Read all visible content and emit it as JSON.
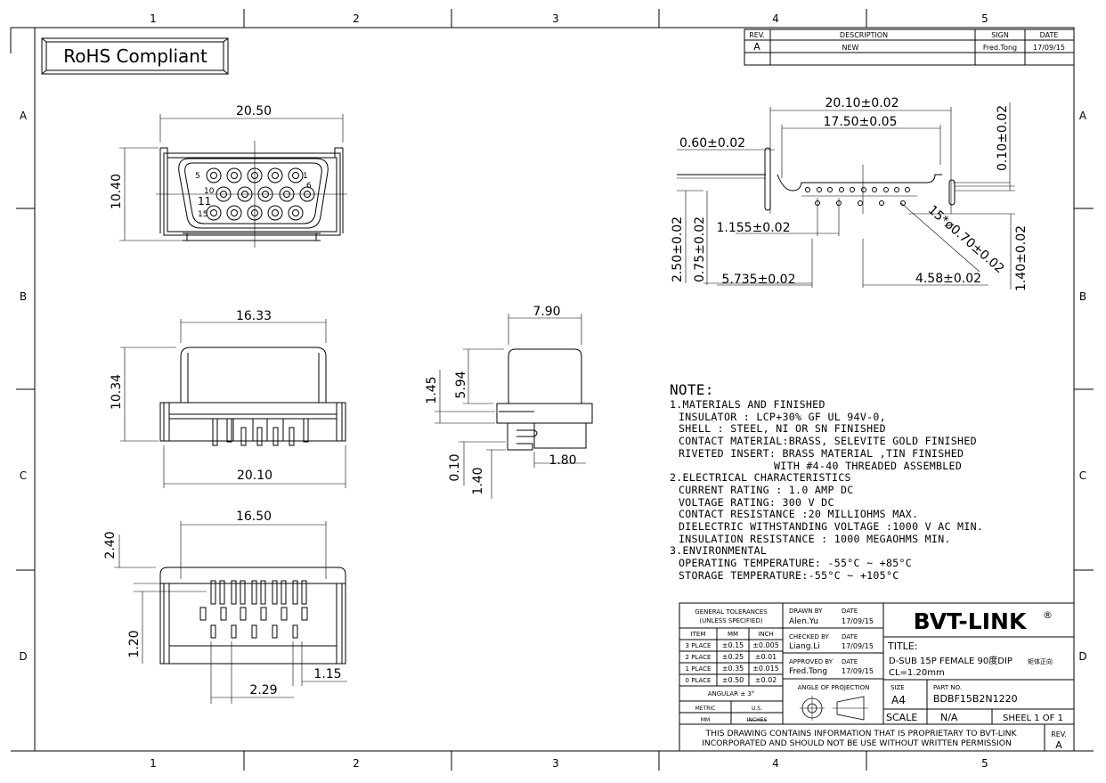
{
  "badge": "RoHS Compliant",
  "border": {
    "cols": [
      "1",
      "2",
      "3",
      "4",
      "5"
    ],
    "rows": [
      "A",
      "B",
      "C",
      "D"
    ]
  },
  "revision": {
    "headers": [
      "REV.",
      "DESCRIPTION",
      "SIGN",
      "DATE"
    ],
    "row": [
      "A",
      "NEW",
      "Fred.Tong",
      "17/09/15"
    ]
  },
  "dims": {
    "front_width": "20.50",
    "front_height": "10.40",
    "pin_label_5": "5",
    "pin_label_1": "1",
    "pin_label_10": "10",
    "pin_label_6": "6",
    "pin_label_15": "15",
    "pin_label_11": "11",
    "side_width": "16.33",
    "side_height": "10.34",
    "side_base": "20.10",
    "profile_width": "7.90",
    "profile_h1": "5.94",
    "profile_h2": "1.45",
    "profile_h3": "0.10",
    "profile_h4": "1.40",
    "profile_h5": "1.80",
    "bottom_width": "16.50",
    "bottom_h1": "2.40",
    "bottom_h2": "1.20",
    "bottom_pitch": "1.15",
    "bottom_offset": "2.29",
    "pcb_d1": "20.10±0.02",
    "pcb_d2": "17.50±0.05",
    "pcb_d3": "0.60±0.02",
    "pcb_d4": "0.10±0.02",
    "pcb_d5": "1.155±0.02",
    "pcb_d6": "2.50±0.02",
    "pcb_d7": "0.75±0.02",
    "pcb_d8": "5.735±0.02",
    "pcb_d9": "4.58±0.02",
    "pcb_d10": "1.40±0.02",
    "pcb_holes": "15*ø0.70±0.02"
  },
  "notes": {
    "title": "NOTE:",
    "lines": [
      {
        "text": "1.MATERIALS AND FINISHED",
        "indent": 0
      },
      {
        "text": "INSULATOR : LCP+30% GF UL 94V-0,",
        "indent": 1
      },
      {
        "text": "SHELL : STEEL, NI OR SN FINISHED",
        "indent": 1
      },
      {
        "text": "CONTACT MATERIAL:BRASS, SELEVITE GOLD FINISHED",
        "indent": 1
      },
      {
        "text": "RIVETED INSERT: BRASS MATERIAL ,TIN FINISHED",
        "indent": 1
      },
      {
        "text": "WITH #4-40 THREADED ASSEMBLED",
        "indent": 2
      },
      {
        "text": "2.ELECTRICAL CHARACTERISTICS",
        "indent": 0
      },
      {
        "text": "CURRENT RATING : 1.0 AMP DC",
        "indent": 1
      },
      {
        "text": "VOLTAGE RATING: 300 V DC",
        "indent": 1
      },
      {
        "text": "CONTACT RESISTANCE :20 MILLIOHMS MAX.",
        "indent": 1
      },
      {
        "text": "DIELECTRIC WITHSTANDING VOLTAGE :1000 V AC MIN.",
        "indent": 1
      },
      {
        "text": "INSULATION RESISTANCE : 1000 MEGAOHMS MIN.",
        "indent": 1
      },
      {
        "text": "3.ENVIRONMENTAL",
        "indent": 0
      },
      {
        "text": "OPERATING TEMPERATURE: -55°C ~ +85°C",
        "indent": 1
      },
      {
        "text": "STORAGE TEMPERATURE:-55°C ~ +105°C",
        "indent": 1
      }
    ]
  },
  "title_block": {
    "tol_title": "GENERAL TOLERANCES",
    "tol_sub": "(UNLESS SPECIFIED)",
    "tol_headers": [
      "ITEM",
      "MM",
      "INCH"
    ],
    "tol_rows": [
      [
        "3 PLACE",
        "±0.15",
        "±0.005"
      ],
      [
        "2 PLACE",
        "±0.25",
        "±0.01"
      ],
      [
        "1 PLACE",
        "±0.35",
        "±0.015"
      ],
      [
        "0 PLACE",
        "±0.50",
        "±0.02"
      ]
    ],
    "angular": "ANGULAR ± 3°",
    "metric": "METRIC",
    "us": "U.S.",
    "mm": "MM",
    "inches": "INCHES",
    "drawn_by_label": "DRAWN BY",
    "drawn_by": "Alen.Yu",
    "drawn_date": "17/09/15",
    "checked_by_label": "CHECKED BY",
    "checked_by": "Liang.Li",
    "checked_date": "17/09/15",
    "approved_by_label": "APPROVED BY",
    "approved_by": "Fred.Tong",
    "approved_date": "17/09/15",
    "date_label": "DATE",
    "projection_label": "ANGLE OF PROJECTION",
    "company": "BVT-LINK",
    "company_mark": "®",
    "title_label": "TITLE:",
    "title_line1": "D-SUB 15P FEMALE 90度DIP",
    "title_line1_cn": "矩体正向",
    "title_line2": "CL=1.20mm",
    "size_label": "SIZE",
    "size": "A4",
    "part_label": "PART NO.",
    "part_no": "BDBF15B2N1220",
    "scale_label": "SCALE",
    "scale": "N/A",
    "sheet": "SHEEL 1 OF 1",
    "proprietary1": "THIS DRAWING CONTAINS INFORMATION THAT IS PROPRIETARY TO BVT-LINK",
    "proprietary2": "INCORPORATED AND SHOULD NOT BE USE WITHOUT WRITTEN PERMISSION",
    "rev_label": "REV.",
    "rev": "A"
  }
}
